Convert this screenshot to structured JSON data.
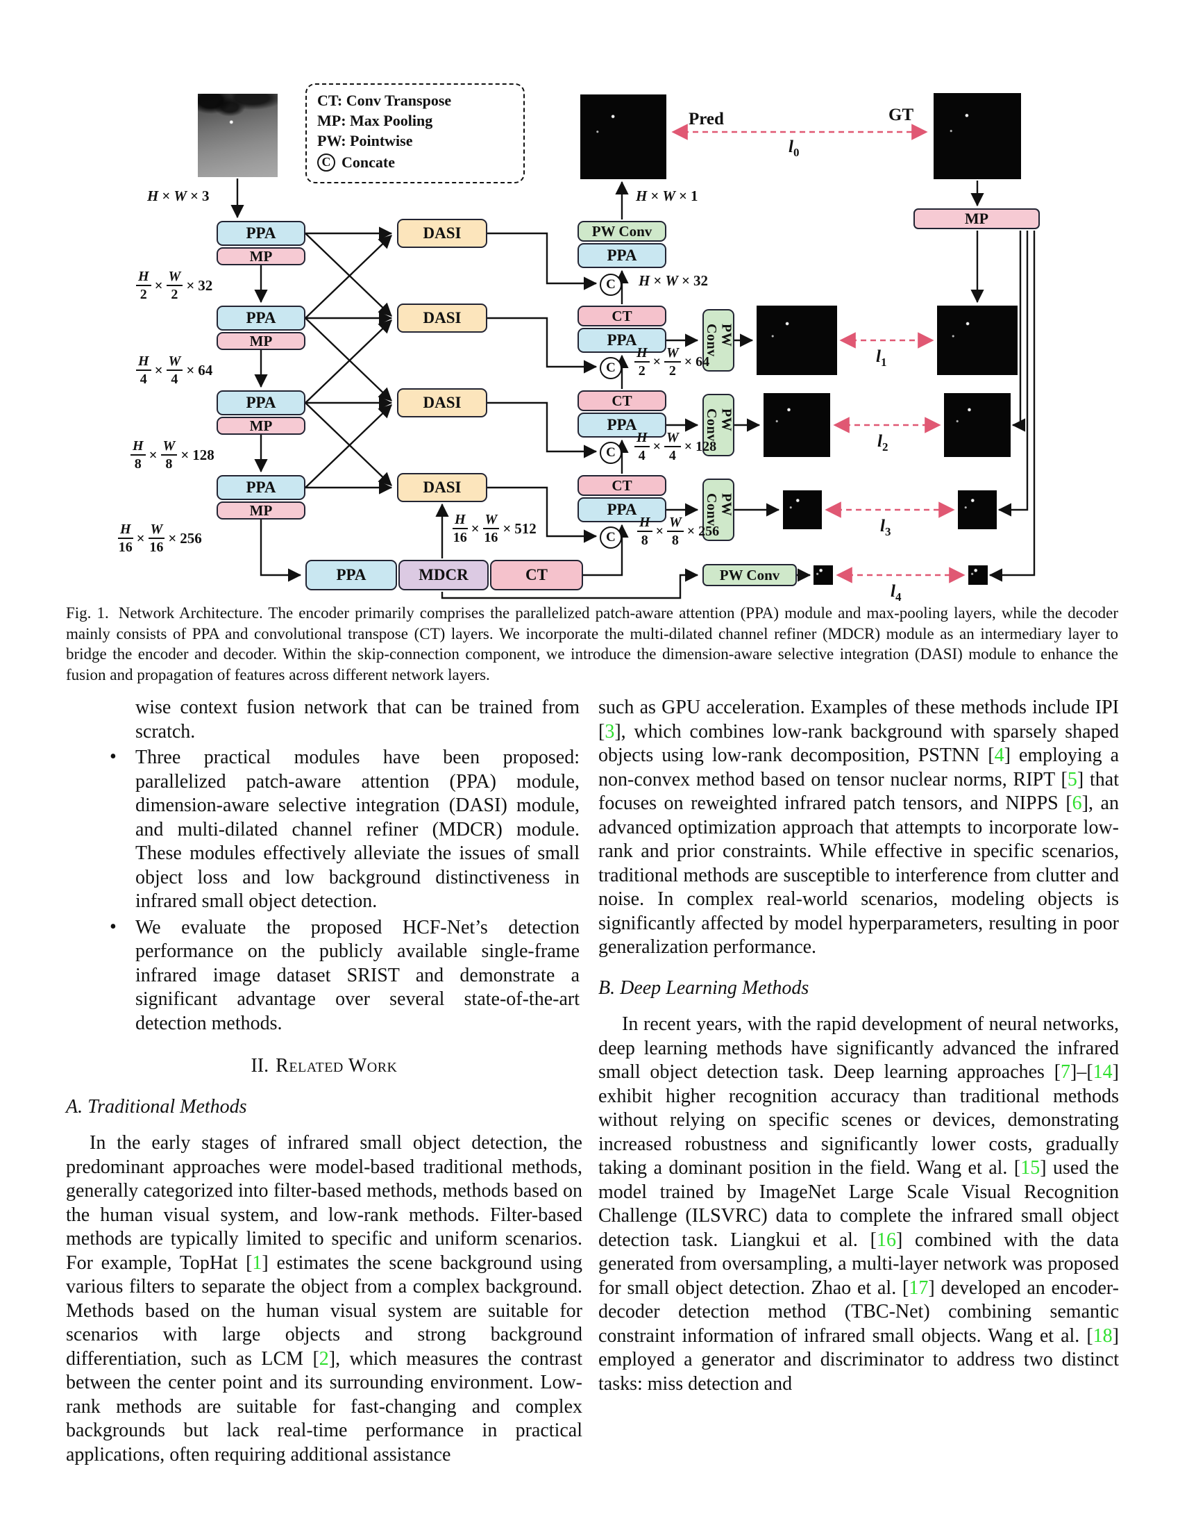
{
  "colors": {
    "ppa": "#c9e7f1",
    "mp": "#f6cad3",
    "dasi": "#fce5bc",
    "mdcr": "#dccae3",
    "ct": "#f5c2cc",
    "pw": "#cfe8ca",
    "cite": "#2fdf2f",
    "loss_arrow": "#e05873",
    "line": "#111111"
  },
  "figure": {
    "legend": {
      "items": [
        "CT: Conv Transpose",
        "MP: Max Pooling",
        "PW: Pointwise"
      ],
      "concat": {
        "symbol": "C",
        "label": "Concate"
      }
    },
    "io": {
      "pred_label": "Pred",
      "gt_label": "GT"
    },
    "boxes": {
      "ppa": "PPA",
      "mp": "MP",
      "dasi": "DASI",
      "mdcr": "MDCR",
      "ct": "CT",
      "pw_conv": "PW Conv",
      "pw_conv_v": "PW\nConv"
    },
    "dims": {
      "input": "H,W,3",
      "enc1": "H|2,W|2,32",
      "enc2": "H|4,W|4,64",
      "enc3": "H|8,W|8,128",
      "enc4": "H|16,W|16,256",
      "mid": "H|16,W|16,512",
      "out": "H,W,1",
      "dec1": "H,W,32",
      "dec2": "H|2,W|2,64",
      "dec3": "H|4,W|4,128",
      "dec4": "H|8,W|8,256"
    },
    "losses": {
      "symbol": "l",
      "subs": [
        "0",
        "1",
        "2",
        "3",
        "4"
      ]
    }
  },
  "caption": {
    "tag": "Fig. 1.",
    "text": "Network Architecture. The encoder primarily comprises the parallelized patch-aware attention (PPA) module and max-pooling layers, while the decoder mainly consists of PPA and convolutional transpose (CT) layers. We incorporate the multi-dilated channel refiner (MDCR) module as an intermediary layer to bridge the encoder and decoder. Within the skip-connection component, we introduce the dimension-aware selective integration (DASI) module to enhance the fusion and propagation of features across different network layers."
  },
  "content": {
    "left": {
      "continuation": [
        "wise context fusion network that can be trained from scratch."
      ],
      "bullet1": [
        "Three practical modules have been proposed: parallelized patch-aware attention (PPA) module, dimension-aware selective integration (DASI) module, and multi-dilated channel refiner (MDCR) module. These modules effectively alleviate the issues of small object loss and low background distinctiveness in infrared small object detection."
      ],
      "bullet2": [
        "We evaluate the proposed HCF-Net’s detection performance on the publicly available single-frame infrared image dataset SRIST and demonstrate a significant advantage over several state-of-the-art detection methods."
      ],
      "section_heading": {
        "num": "II.",
        "title": "Related Work"
      },
      "subsection": "A. Traditional Methods",
      "para_a": [
        "In the early stages of infrared small object detection, the predominant approaches were model-based traditional methods, generally categorized into filter-based methods, methods based on the human visual system, and low-rank methods. Filter-based methods are typically limited to specific and uniform scenarios. For example, TopHat ",
        {
          "cite": "1"
        },
        " estimates the scene background using various filters to separate the object from a complex background. Methods based on the human visual system are suitable for scenarios with large objects and strong background differentiation, such as LCM ",
        {
          "cite": "2"
        },
        ", which measures the contrast between the center point and its surrounding environment. Low-rank methods are suitable for fast-changing and complex backgrounds but lack real-time performance in practical applications, often requiring additional assistance"
      ]
    },
    "right": {
      "para_b": [
        "such as GPU acceleration. Examples of these methods include IPI ",
        {
          "cite": "3"
        },
        ", which combines low-rank background with sparsely shaped objects using low-rank decomposition, PSTNN ",
        {
          "cite": "4"
        },
        " employing a non-convex method based on tensor nuclear norms, RIPT ",
        {
          "cite": "5"
        },
        " that focuses on reweighted infrared patch tensors, and NIPPS ",
        {
          "cite": "6"
        },
        ", an advanced optimization approach that attempts to incorporate low-rank and prior constraints. While effective in specific scenarios, traditional methods are susceptible to interference from clutter and noise. In complex real-world scenarios, modeling objects is significantly affected by model hyperparameters, resulting in poor generalization performance."
      ],
      "subsection": "B. Deep Learning Methods",
      "para_c": [
        "In recent years, with the rapid development of neural networks, deep learning methods have significantly advanced the infrared small object detection task. Deep learning approaches ",
        {
          "cite": "7"
        },
        "–",
        {
          "cite": "14"
        },
        " exhibit higher recognition accuracy than traditional methods without relying on specific scenes or devices, demonstrating increased robustness and significantly lower costs, gradually taking a dominant position in the field. Wang et al. ",
        {
          "cite": "15"
        },
        " used the model trained by ImageNet Large Scale Visual Recognition Challenge (ILSVRC) data to complete the infrared small object detection task. Liangkui et al. ",
        {
          "cite": "16"
        },
        " combined with the data generated from oversampling, a multi-layer network was proposed for small object detection. Zhao et al. ",
        {
          "cite": "17"
        },
        " developed an encoder-decoder detection method (TBC-Net) combining semantic constraint information of infrared small objects. Wang et al. ",
        {
          "cite": "18"
        },
        " employed a generator and discriminator to address two distinct tasks: miss detection and"
      ]
    }
  }
}
